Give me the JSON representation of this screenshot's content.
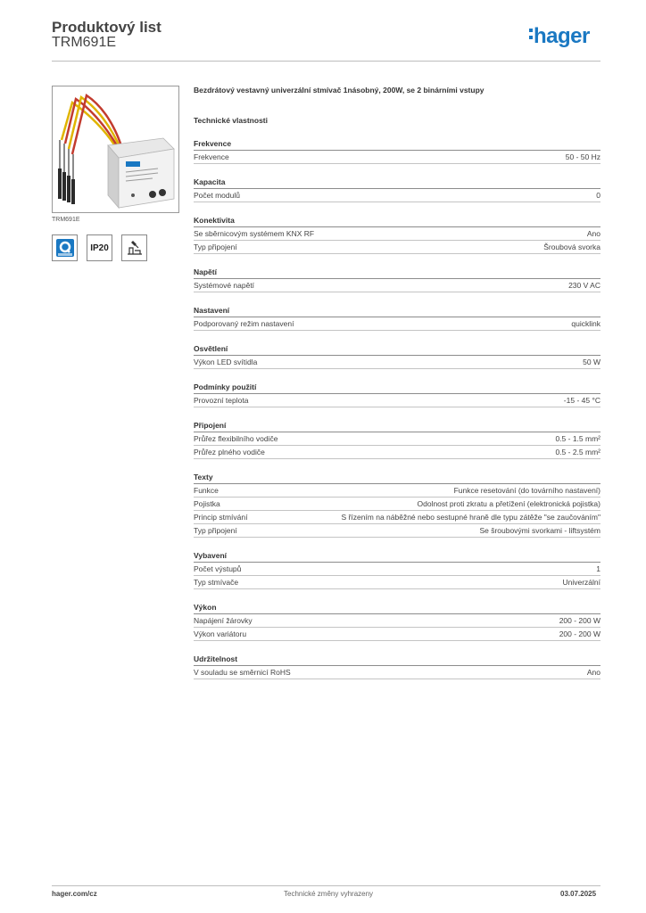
{
  "header": {
    "title": "Produktový list",
    "subtitle": "TRM691E",
    "logo_text": "hager",
    "brand_color": "#1a78c2"
  },
  "product": {
    "image_caption": "TRM691E",
    "badges": [
      {
        "icon": "quicklink-icon"
      },
      {
        "label": "IP20"
      },
      {
        "icon": "installation-icon"
      }
    ]
  },
  "main": {
    "description": "Bezdrátový vestavný univerzální stmívač 1násobný, 200W, se 2 binárními vstupy",
    "subheading": "Technické vlastnosti",
    "sections": [
      {
        "title": "Frekvence",
        "rows": [
          {
            "label": "Frekvence",
            "value": "50 - 50 Hz"
          }
        ]
      },
      {
        "title": "Kapacita",
        "rows": [
          {
            "label": "Počet modulů",
            "value": "0"
          }
        ]
      },
      {
        "title": "Konektivita",
        "rows": [
          {
            "label": "Se sběrnicovým systémem KNX RF",
            "value": "Ano"
          },
          {
            "label": "Typ připojení",
            "value": "Šroubová svorka"
          }
        ]
      },
      {
        "title": "Napětí",
        "rows": [
          {
            "label": "Systémové napětí",
            "value": "230 V AC"
          }
        ]
      },
      {
        "title": "Nastavení",
        "rows": [
          {
            "label": "Podporovaný režim nastavení",
            "value": "quicklink"
          }
        ]
      },
      {
        "title": "Osvětlení",
        "rows": [
          {
            "label": "Výkon LED svítidla",
            "value": "50 W"
          }
        ]
      },
      {
        "title": "Podmínky použití",
        "rows": [
          {
            "label": "Provozní teplota",
            "value": "-15 - 45 °C"
          }
        ]
      },
      {
        "title": "Připojení",
        "rows": [
          {
            "label": "Průřez flexibilního vodiče",
            "value": "0.5 - 1.5 mm²"
          },
          {
            "label": "Průřez plného vodiče",
            "value": "0.5 - 2.5 mm²"
          }
        ]
      },
      {
        "title": "Texty",
        "rows": [
          {
            "label": "Funkce",
            "value": "Funkce resetování (do továrního nastavení)"
          },
          {
            "label": "Pojistka",
            "value": "Odolnost proti zkratu a přetížení (elektronická pojistka)"
          },
          {
            "label": "Princip stmívání",
            "value": "S řízením na náběžné nebo sestupné hraně dle typu zátěže \"se zaučováním\""
          },
          {
            "label": "Typ připojení",
            "value": "Se šroubovými svorkami - liftsystém"
          }
        ]
      },
      {
        "title": "Vybavení",
        "rows": [
          {
            "label": "Počet výstupů",
            "value": "1"
          },
          {
            "label": "Typ stmívače",
            "value": "Univerzální"
          }
        ]
      },
      {
        "title": "Výkon",
        "rows": [
          {
            "label": "Napájení žárovky",
            "value": "200 - 200 W"
          },
          {
            "label": "Výkon variátoru",
            "value": "200 - 200 W"
          }
        ]
      },
      {
        "title": "Udržitelnost",
        "rows": [
          {
            "label": "V souladu se směrnicí RoHS",
            "value": "Ano"
          }
        ]
      }
    ]
  },
  "footer": {
    "left": "hager.com/cz",
    "center": "Technické změny vyhrazeny",
    "right": "03.07.2025"
  }
}
